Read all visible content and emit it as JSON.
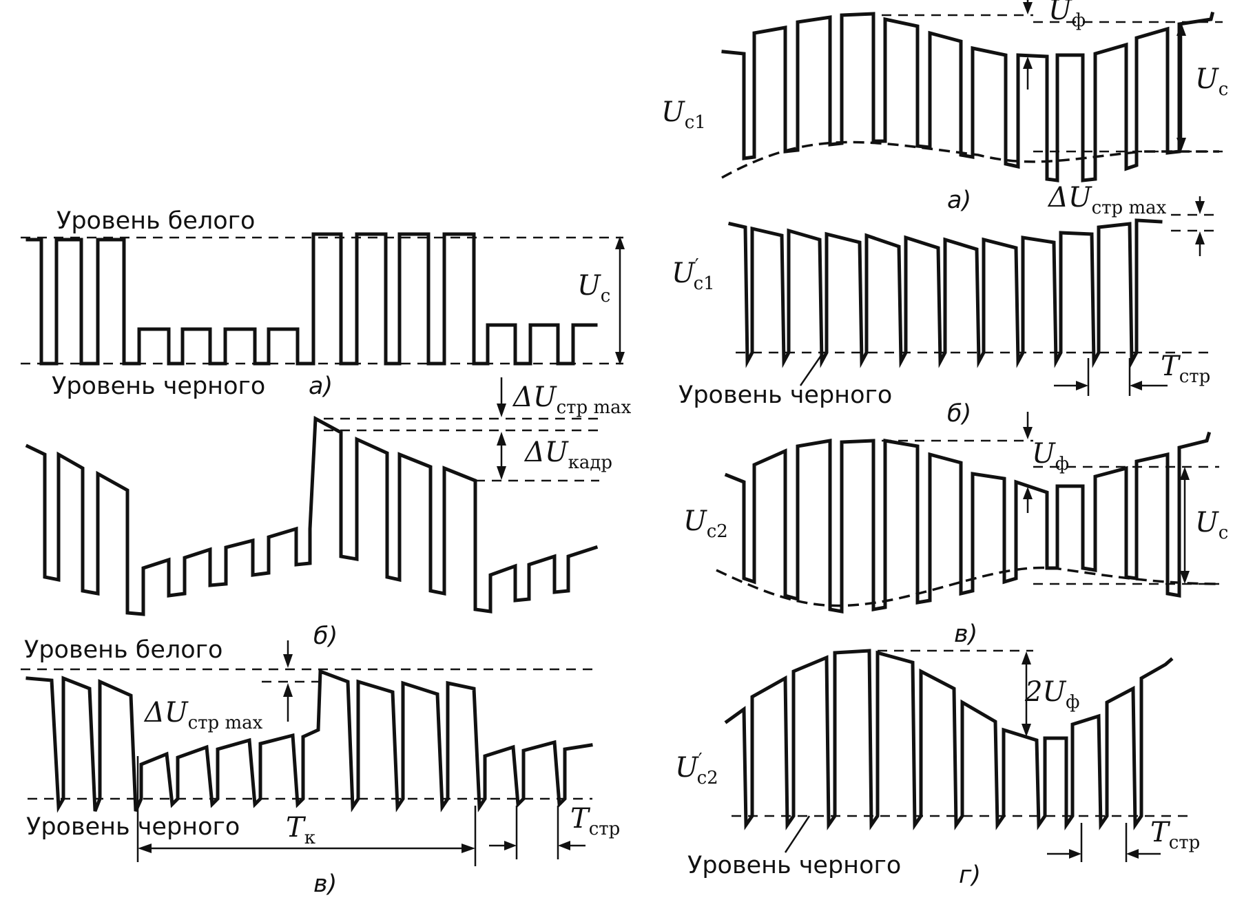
{
  "labels": {
    "white_level": "Уровень белого",
    "black_level": "Уровень черного",
    "panel_a": "а)",
    "panel_b": "б)",
    "panel_v": "в)",
    "panel_g": "г)"
  },
  "symbols": {
    "U": "U",
    "T": "T",
    "delta_U": "ΔU",
    "two_U": "2U",
    "prime": "′",
    "sub_c": "c",
    "sub_c1": "c1",
    "sub_c2": "c2",
    "sub_f": "ф",
    "sub_str": "стр",
    "sub_str_max": "стр max",
    "sub_kadr": "кадр",
    "sub_k": "к"
  }
}
